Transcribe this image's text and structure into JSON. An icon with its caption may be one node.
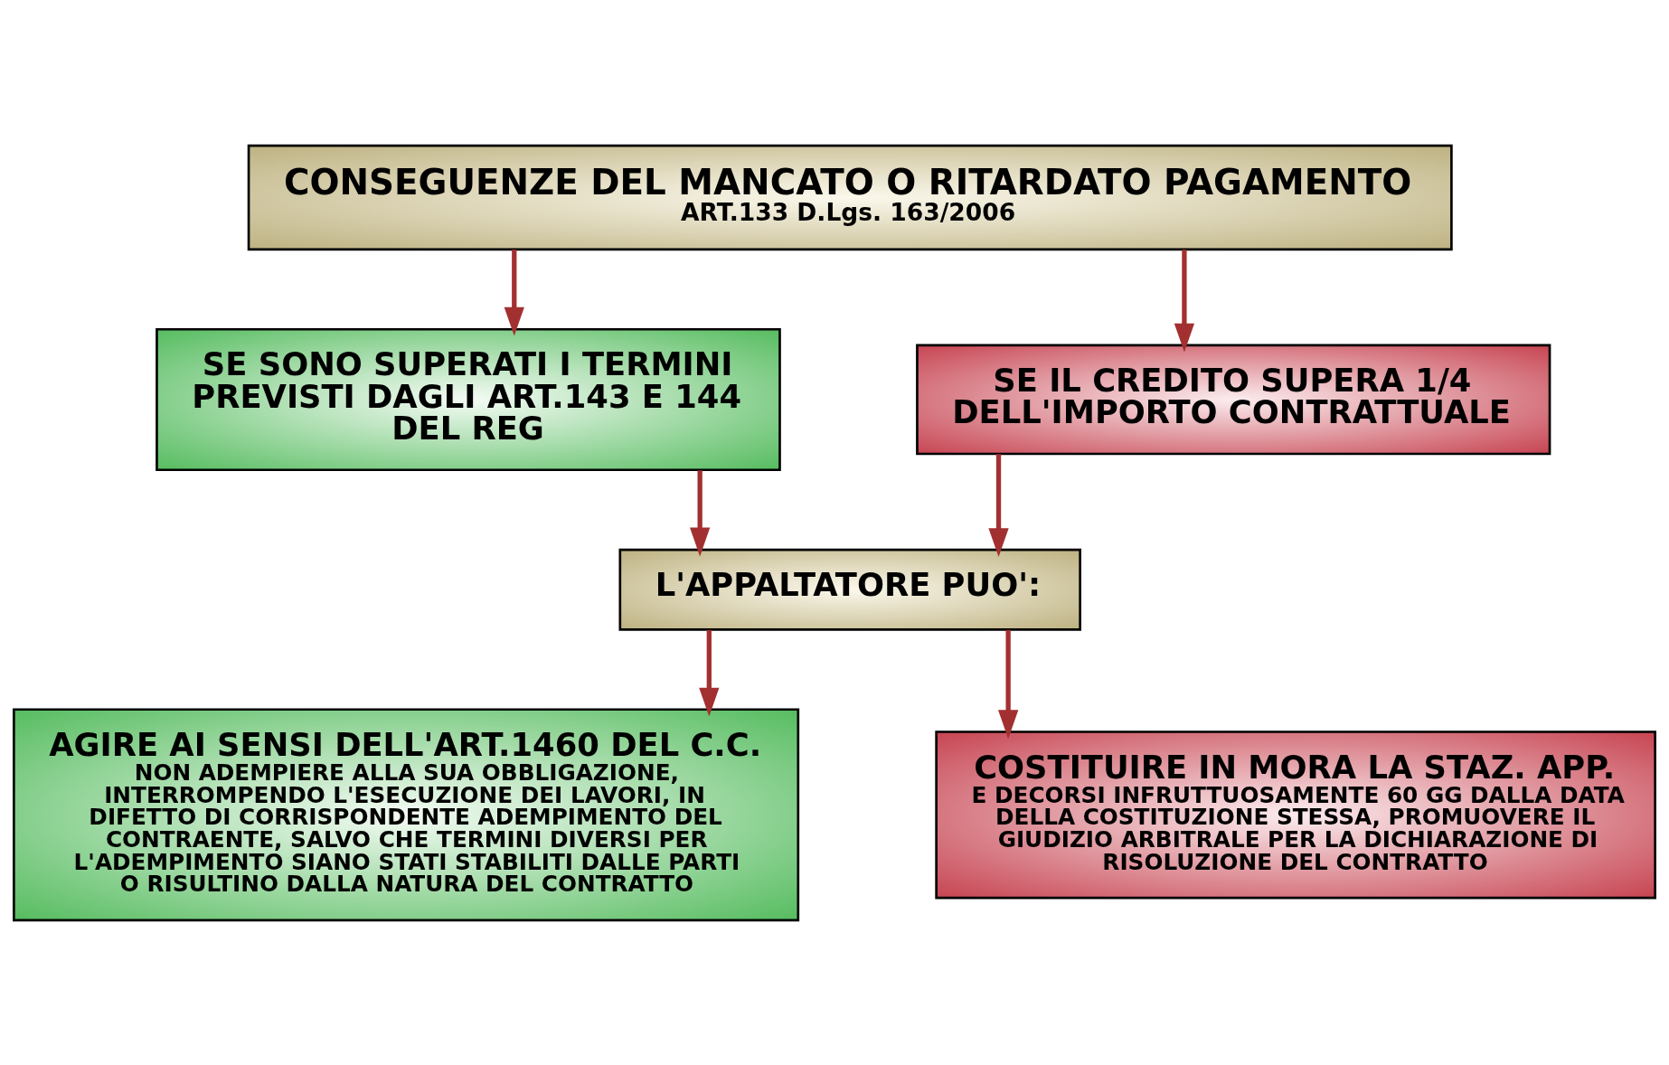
{
  "diagram": {
    "nodes": [
      {
        "text": [
          "CONSEGUENZE DEL MANCATO O RITARDATO PAGAMENTO",
          "ART.133 D.Lgs. 163/2006"
        ]
      },
      {
        "text": [
          "SE SONO SUPERATI I TERMINI PREVISTI DAGLI ART.143 E 144 DEL REG"
        ]
      },
      {
        "text": [
          "SE IL CREDITO SUPERA 1/4 DELL'IMPORTO CONTRATTUALE"
        ]
      },
      {
        "text": [
          "L'APPALTATORE PUO':"
        ]
      },
      {
        "text": [
          "AGIRE AI SENSI DELL'ART.1460 DEL C.C.",
          "NON ADEMPIERE ALLA SUA OBBLIGAZIONE, INTERROMPENDO L'ESECUZIONE DEI LAVORI, IN DIFETTO DI CORRISPONDENTE ADEMPIMENTO DEL CONTRAENTE, SALVO CHE TERMINI DIVERSI PER L'ADEMPIMENTO SIANO STATI STABILITI DALLE PARTI O RISULTINO DALLA NATURA DEL CONTRATTO"
        ]
      },
      {
        "text": [
          "COSTITUIRE IN MORA LA STAZ. APP.",
          "E DECORSI INFRUTTUOSAMENTE 60 GG DALLA DATA DELLA COSTITUZIONE STESSA, PROMUOVERE IL GIUDIZIO ARBITRALE PER LA DICHIARAZIONE DI RISOLUZIONE DEL CONTRATTO"
        ]
      }
    ],
    "edges": [
      {
        "from": 0,
        "to": 1,
        "arrow": "to"
      },
      {
        "from": 0,
        "to": 2,
        "arrow": "to"
      },
      {
        "from": 1,
        "to": 3,
        "arrow": "to"
      },
      {
        "from": 2,
        "to": 3,
        "arrow": "to"
      },
      {
        "from": 3,
        "to": 4,
        "arrow": "to"
      },
      {
        "from": 3,
        "to": 5,
        "arrow": "to"
      }
    ]
  }
}
